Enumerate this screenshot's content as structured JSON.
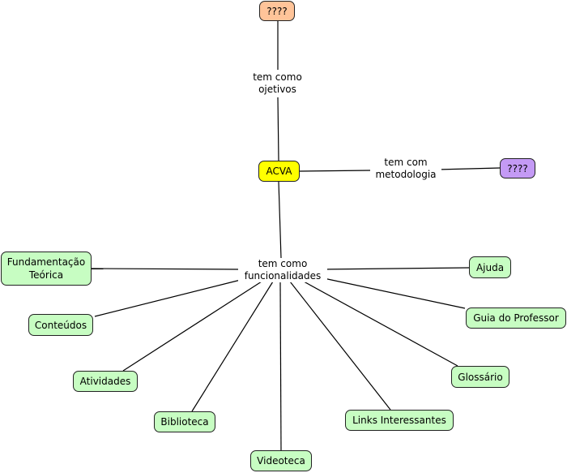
{
  "concepts": {
    "top": {
      "label": "????",
      "color": "#ffc499"
    },
    "acva": {
      "label": "ACVA",
      "color": "#ffff00"
    },
    "right": {
      "label": "????",
      "color": "#c49af5"
    },
    "fundamentacao": {
      "label": "Fundamentação\nTeórica",
      "color": "#c7fdc2"
    },
    "conteudos": {
      "label": "Conteúdos",
      "color": "#c7fdc2"
    },
    "atividades": {
      "label": "Atividades",
      "color": "#c7fdc2"
    },
    "biblioteca": {
      "label": "Biblioteca",
      "color": "#c7fdc2"
    },
    "videoteca": {
      "label": "Videoteca",
      "color": "#c7fdc2"
    },
    "links": {
      "label": "Links Interessantes",
      "color": "#c7fdc2"
    },
    "glossario": {
      "label": "Glossário",
      "color": "#c7fdc2"
    },
    "guia": {
      "label": "Guia do Professor",
      "color": "#c7fdc2"
    },
    "ajuda": {
      "label": "Ajuda",
      "color": "#c7fdc2"
    }
  },
  "linking_phrases": {
    "objetivos": "tem como\nojetivos",
    "metodologia": "tem com\nmetodologia",
    "funcionalidades": "tem como\nfuncionalidades"
  },
  "connections": [
    [
      "acva",
      "objetivos"
    ],
    [
      "objetivos",
      "top"
    ],
    [
      "acva",
      "metodologia"
    ],
    [
      "metodologia",
      "right"
    ],
    [
      "acva",
      "funcionalidades"
    ],
    [
      "funcionalidades",
      "fundamentacao"
    ],
    [
      "funcionalidades",
      "conteudos"
    ],
    [
      "funcionalidades",
      "atividades"
    ],
    [
      "funcionalidades",
      "biblioteca"
    ],
    [
      "funcionalidades",
      "videoteca"
    ],
    [
      "funcionalidades",
      "links"
    ],
    [
      "funcionalidades",
      "glossario"
    ],
    [
      "funcionalidades",
      "guia"
    ],
    [
      "funcionalidades",
      "ajuda"
    ]
  ]
}
